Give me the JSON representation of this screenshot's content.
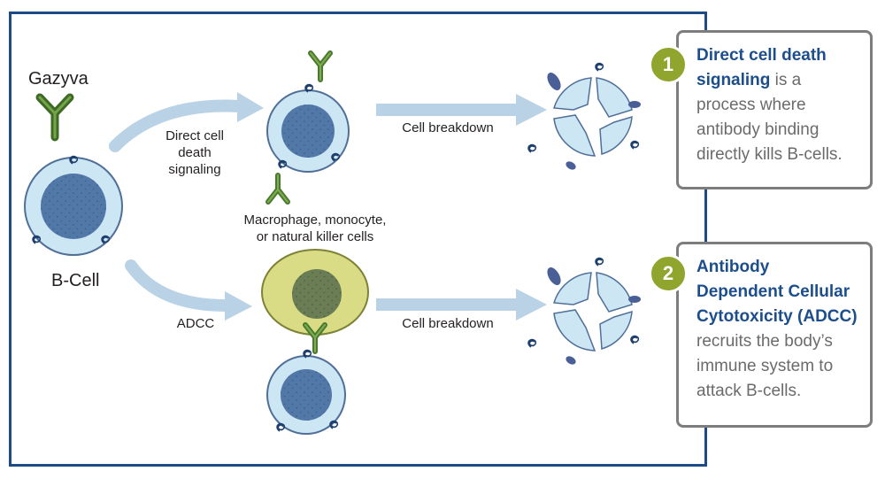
{
  "labels": {
    "drug": "Gazyva",
    "bcell": "B-Cell",
    "direct": "Direct cell death signaling",
    "adcc": "ADCC",
    "effector": "Macrophage, monocyte, or natural killer cells",
    "breakdown_top": "Cell breakdown",
    "breakdown_bottom": "Cell breakdown"
  },
  "callouts": [
    {
      "number": "1",
      "highlight": "Direct cell death signaling",
      "text": " is a process where antibody binding directly kills B-cells."
    },
    {
      "number": "2",
      "highlight": "Antibody Dependent Cellular Cytotoxicity (ADCC)",
      "text": " recruits the body’s immune system to attack B-cells."
    }
  ],
  "colors": {
    "frame": "#1e4a86",
    "highlight": "#1c4e8c",
    "badge": "#8fa52e",
    "cell_outer": "#cde6f3",
    "cell_nucleus": "#5278a8",
    "antibody": "#4a7a2e",
    "effector_outer": "#d9dc84",
    "effector_nucleus": "#6a7d55",
    "arrow": "#b9d2e6"
  }
}
